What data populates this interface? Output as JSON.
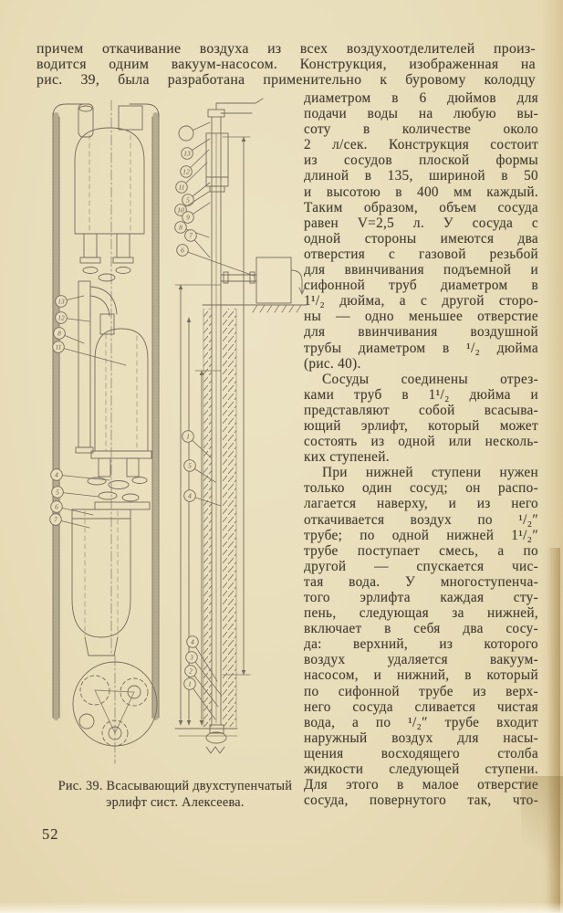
{
  "page": {
    "number": "52"
  },
  "colors": {
    "paper": "#e9dfbc",
    "ink": "#453d32",
    "line": "#6b6254"
  },
  "intro": {
    "lines": [
      {
        "t": "причем откачивание воздуха из всех воздухоотделителей произ-"
      },
      {
        "t": "водится одним вакуум-насосом. Конструкция, изображенная на"
      },
      {
        "t": "рис. 39, была разработана применительно к буровому колодцу"
      }
    ]
  },
  "column": {
    "lines": [
      {
        "t": "диаметром в 6 дюймов для"
      },
      {
        "t": "подачи воды на любую вы-"
      },
      {
        "t": "соту в количестве около"
      },
      {
        "t": "2 л/сек. Конструкция состоит"
      },
      {
        "t": "из сосудов плоской формы"
      },
      {
        "t": "длиной в 135, шириной в 50"
      },
      {
        "t": "и высотою в 400 мм каждый."
      },
      {
        "t": "Таким образом, объем сосуда"
      },
      {
        "t": "равен V=2,5 л. У сосуда с"
      },
      {
        "t": "одной стороны имеются два"
      },
      {
        "t": "отверстия с газовой резьбой"
      },
      {
        "t": "для ввинчивания подъемной и"
      },
      {
        "t": "сифонной труб диаметром в"
      },
      {
        "t": "1¹/₂ дюйма, а с другой сторо-"
      },
      {
        "t": "ны — одно меньшее отверстие"
      },
      {
        "t": "для ввинчивания воздушной"
      },
      {
        "t": "трубы диаметром в ¹/₂ дюйма"
      },
      {
        "t": "(рис. 40).",
        "end": true
      },
      {
        "t": "Сосуды соединены отрез-",
        "ind": true
      },
      {
        "t": "ками труб в 1¹/₂ дюйма и"
      },
      {
        "t": "представляют собой всасыва-"
      },
      {
        "t": "ющий эрлифт, который может"
      },
      {
        "t": "состоять из одной или несколь-"
      },
      {
        "t": "ких ступеней.",
        "end": true
      },
      {
        "t": "При нижней ступени нужен",
        "ind": true
      },
      {
        "t": "только один сосуд; он распо-"
      },
      {
        "t": "лагается наверху, и из него"
      },
      {
        "t": "откачивается воздух по ¹/₂″"
      },
      {
        "t": "трубе; по одной нижней 1¹/₂″"
      },
      {
        "t": "трубе поступает смесь, а по"
      },
      {
        "t": "другой — спускается чис-"
      },
      {
        "t": "тая вода. У многоступенча-"
      },
      {
        "t": "того эрлифта каждая сту-"
      },
      {
        "t": "пень, следующая за нижней,"
      },
      {
        "t": "включает в себя два сосу-"
      },
      {
        "t": "да: верхний, из которого"
      },
      {
        "t": "воздух удаляется вакуум-"
      },
      {
        "t": "насосом, и нижний, в который"
      },
      {
        "t": "по сифонной трубе из верх-"
      },
      {
        "t": "него сосуда сливается чистая"
      },
      {
        "t": "вода, а по ¹/₂″ трубе входит"
      },
      {
        "t": "наружный воздух для насы-"
      },
      {
        "t": "щения восходящего столба"
      },
      {
        "t": "жидкости следующей ступени."
      },
      {
        "t": "Для этого в малое отверстие"
      },
      {
        "t": "сосуда, повернутого так, что-"
      }
    ]
  },
  "figure": {
    "caption": [
      "Рис. 39. Всасывающий двухступенчатый",
      "эрлифт сист. Алексеева."
    ],
    "callouts": {
      "left_upper": [
        "13",
        "12",
        "8",
        "11"
      ],
      "left_lower": [
        "4",
        "5",
        "6",
        "7"
      ],
      "center_column": [
        "",
        "13",
        "12",
        "11",
        "5",
        "10",
        "9",
        "8",
        "7",
        "6"
      ],
      "mid_right": [
        "1",
        "5",
        "4"
      ],
      "bottom_right": [
        "4",
        "3",
        "2",
        "1"
      ]
    }
  }
}
